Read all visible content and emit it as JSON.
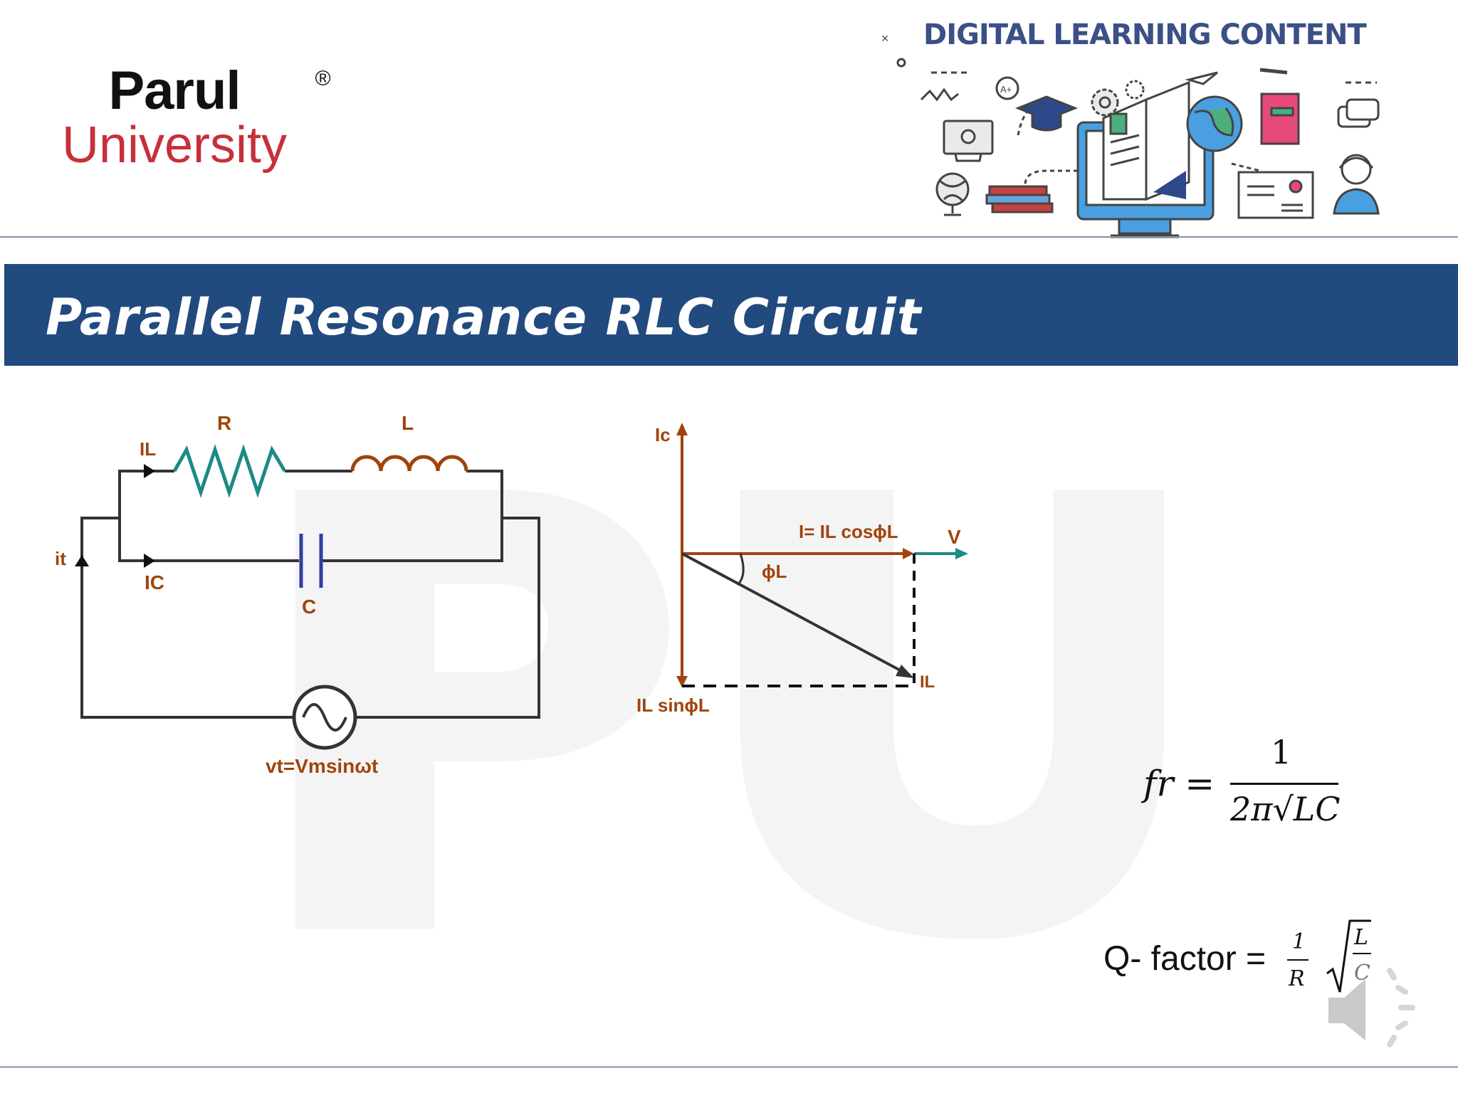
{
  "header": {
    "logo_line1": "Parul",
    "logo_registered": "®",
    "logo_line2": "University",
    "dlc_title": "DIGITAL LEARNING CONTENT"
  },
  "banner": {
    "title": "Parallel Resonance RLC Circuit"
  },
  "circuit": {
    "label_R": "R",
    "label_L": "L",
    "label_C": "C",
    "label_IL": "IL",
    "label_IC": "IC",
    "label_it": "it",
    "source_label": "vt=Vmsinωt"
  },
  "phasor": {
    "label_Ic": "Ic",
    "label_I": "I= IL cosϕL",
    "label_V": "V",
    "label_phi": "ϕL",
    "label_IL": "IL",
    "label_ILsin": "IL sinϕL"
  },
  "formulas": {
    "fr_lhs": "fr =",
    "fr_num": "1",
    "fr_den": "2π√LC",
    "q_lhs": "Q- factor =",
    "q_num": "1",
    "q_den": "R",
    "q_root_num": "L",
    "q_root_den": "C"
  },
  "colors": {
    "banner": "#214a7f",
    "brown": "#a0440c",
    "teal": "#1d8a86",
    "blue_cap": "#2e3ea0",
    "logo_red": "#c6303a"
  },
  "icons": [
    "speaker-icon",
    "graduation-cap-icon",
    "monitor-icon",
    "globe-icon",
    "book-icon",
    "chat-icon",
    "user-support-icon",
    "gear-icon"
  ]
}
